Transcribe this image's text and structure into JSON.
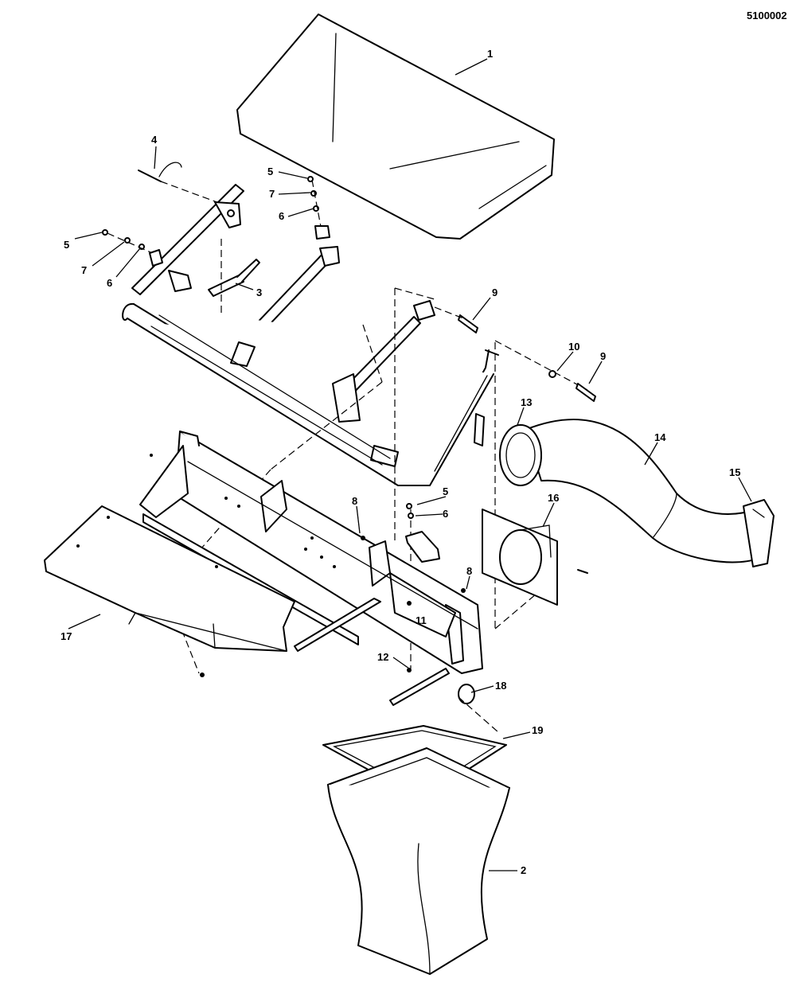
{
  "drawing_number": "5100002",
  "callouts": {
    "c1": "1",
    "c2": "2",
    "c3": "3",
    "c4": "4",
    "c5a": "5",
    "c5b": "5",
    "c5c": "5",
    "c6a": "6",
    "c6b": "6",
    "c6c": "6",
    "c7a": "7",
    "c7b": "7",
    "c8a": "8",
    "c8b": "8",
    "c9a": "9",
    "c9b": "9",
    "c10": "10",
    "c11": "11",
    "c12": "12",
    "c13": "13",
    "c14": "14",
    "c15": "15",
    "c16": "16",
    "c17": "17",
    "c18": "18",
    "c19": "19"
  }
}
